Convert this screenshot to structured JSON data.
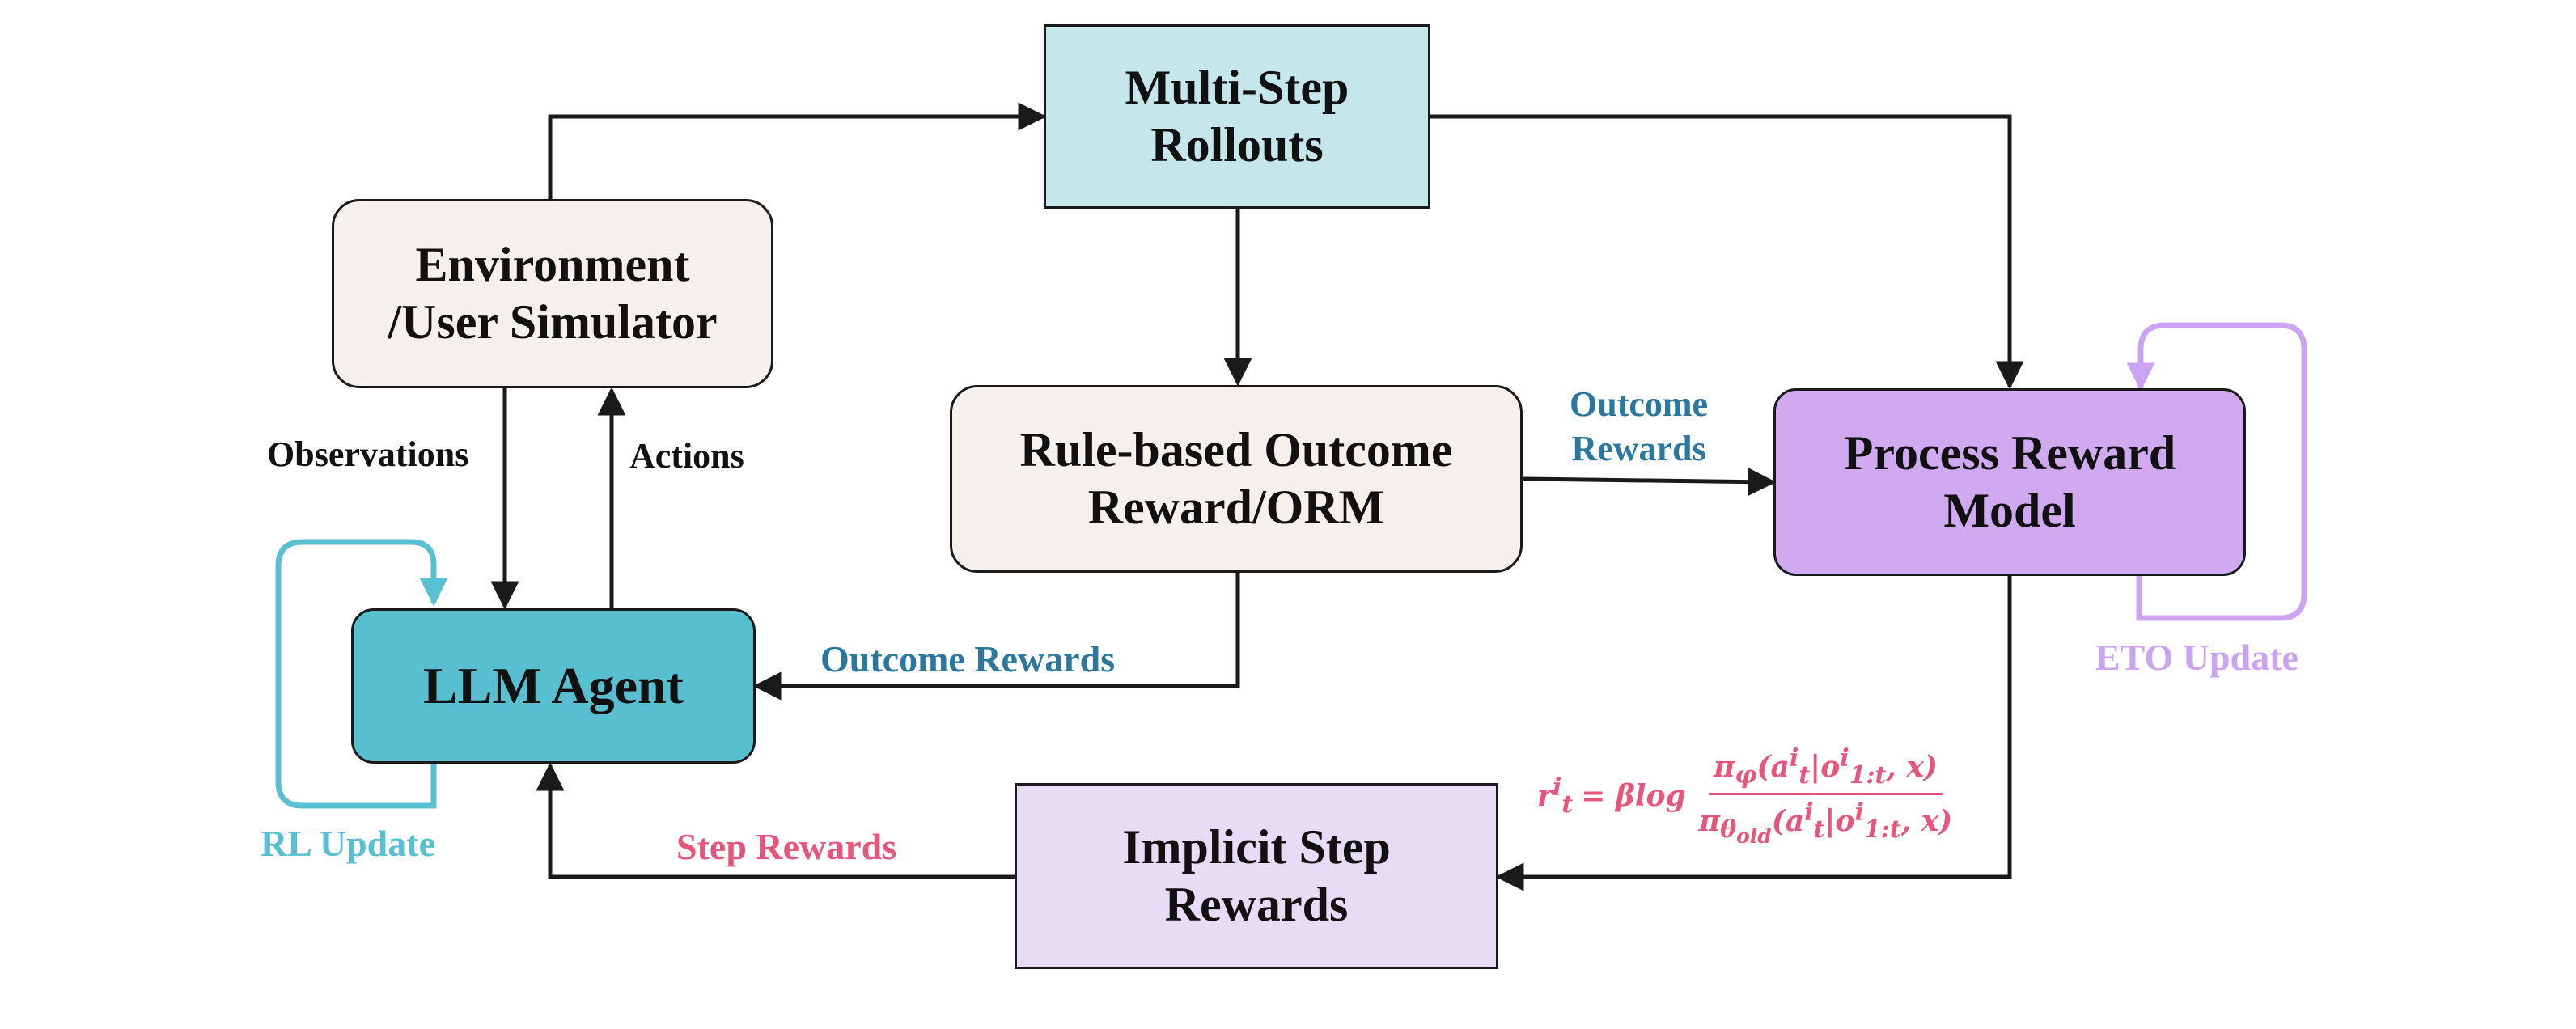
{
  "colors": {
    "line": "#1a1a1a",
    "teal_box": "#c5e6ea",
    "beige_box": "#f5f0ec",
    "cyan_box": "#58bfd1",
    "purple_box": "#d1a9f0",
    "lavender_box": "#e6dcf5",
    "outcome_label": "#2a77a0",
    "rl_update": "#58c0d2",
    "eto_update": "#cca3f0",
    "step_rewards": "#e8557a"
  },
  "nodes": {
    "rollouts": {
      "text": "Multi-Step\nRollouts"
    },
    "env": {
      "text": "Environment\n/User Simulator"
    },
    "orm": {
      "text": "Rule-based Outcome\nReward/ORM"
    },
    "prm": {
      "text": "Process Reward\nModel"
    },
    "agent": {
      "text": "LLM Agent"
    },
    "implicit": {
      "text": "Implicit Step\nRewards"
    }
  },
  "labels": {
    "observations": "Observations",
    "actions": "Actions",
    "outcome_rewards_prm": "Outcome\nRewards",
    "outcome_rewards_agent": "Outcome Rewards",
    "step_rewards": "Step Rewards",
    "rl_update": "RL Update",
    "eto_update": "ETO Update"
  },
  "formula": {
    "lhs": "r",
    "lhs_sup": "i",
    "lhs_sub": "t",
    "eq": "= βlog",
    "num": "π",
    "num_sub": "φ",
    "den": "π",
    "den_sub": "θ",
    "den_sub_sub": "old",
    "arg_open": "(a",
    "arg_sup": "i",
    "arg_sub": "t",
    "bar": "|o",
    "obs_sup": "i",
    "obs_sub": "1:t",
    "arg_close": ", x)"
  }
}
